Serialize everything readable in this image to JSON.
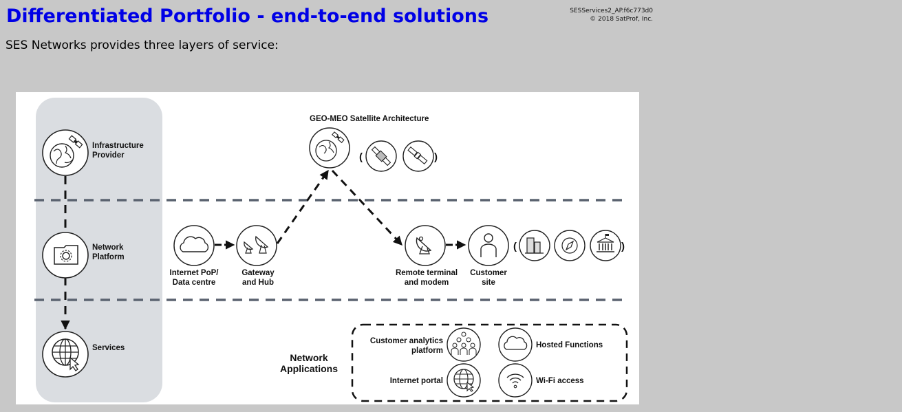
{
  "header": {
    "title": "Differentiated Portfolio - end-to-end solutions",
    "stamp_line1": "SESServices2_AP.f6c773d0",
    "stamp_line2": "© 2018 SatProf, Inc.",
    "subtitle": "SES Networks provides three layers of service:"
  },
  "colors": {
    "title": "#0000e6",
    "page_background": "#c8c8c8",
    "lane_background": "#dadde1",
    "layer_divider": "#5b6370"
  },
  "diagram": {
    "layers": [
      {
        "label_line1": "Infrastructure",
        "label_line2": "Provider",
        "icon": "globe-satellite-icon"
      },
      {
        "label_line1": "Network",
        "label_line2": "Platform",
        "icon": "folder-gear-icon"
      },
      {
        "label_line1": "Services",
        "label_line2": "",
        "icon": "globe-cursor-icon"
      }
    ],
    "satellite": {
      "title": "GEO-MEO Satellite Architecture",
      "icons": [
        "globe-satellite-icon",
        "geo-satellite-icon",
        "meo-satellite-icon"
      ]
    },
    "flow": [
      {
        "label_line1": "Internet PoP/",
        "label_line2": "Data centre",
        "icon": "cloud-icon"
      },
      {
        "label_line1": "Gateway",
        "label_line2": "and Hub",
        "icon": "satellite-dishes-icon"
      },
      {
        "label_line1": "Remote terminal",
        "label_line2": "and modem",
        "icon": "satellite-dish-icon"
      },
      {
        "label_line1": "Customer",
        "label_line2": "site",
        "icon": "person-icon"
      }
    ],
    "customer_site_types": [
      "buildings-icon",
      "compass-icon",
      "government-building-icon"
    ],
    "applications": {
      "title_line1": "Network",
      "title_line2": "Applications",
      "items": [
        {
          "label_line1": "Customer analytics",
          "label_line2": "platform",
          "icon": "people-network-icon"
        },
        {
          "label_line1": "Hosted Functions",
          "label_line2": "",
          "icon": "cloud-icon"
        },
        {
          "label_line1": "Internet portal",
          "label_line2": "",
          "icon": "globe-cursor-icon"
        },
        {
          "label_line1": "Wi-Fi access",
          "label_line2": "",
          "icon": "wifi-icon"
        }
      ]
    }
  }
}
